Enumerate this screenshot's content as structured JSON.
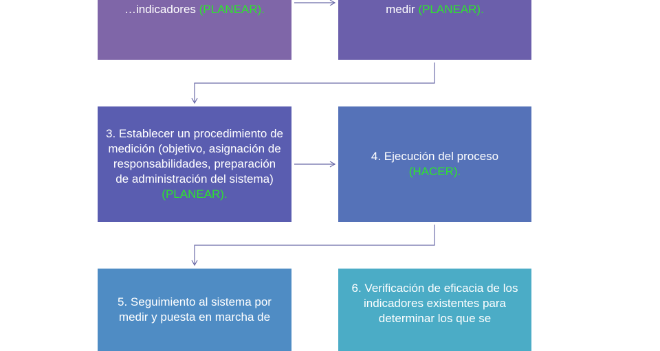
{
  "boxes": [
    {
      "id": "box1",
      "text": "…indicadores ",
      "phase": "(PLANEAR)."
    },
    {
      "id": "box2",
      "text": "medir ",
      "phase": "(PLANEAR)."
    },
    {
      "id": "box3",
      "text": "3. Establecer un procedimiento de medición (objetivo, asignación de responsabilidades, preparación de administración del sistema) ",
      "phase": "(PLANEAR)."
    },
    {
      "id": "box4",
      "text": "4. Ejecución del proceso ",
      "phase": "(HACER)."
    },
    {
      "id": "box5",
      "text": "5. Seguimiento al sistema por medir y puesta en marcha de",
      "phase": ""
    },
    {
      "id": "box6",
      "text": "6. Verificación de eficacia de los indicadores existentes para determinar los que se",
      "phase": ""
    }
  ],
  "colors": {
    "phase_text": "#2ee32e",
    "connector": "#6a6aa8"
  }
}
